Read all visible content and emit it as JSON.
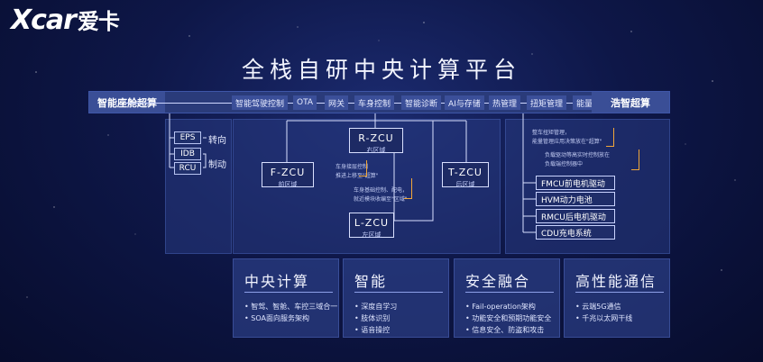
{
  "logo": {
    "brand": "Xcar",
    "cn": "爱卡"
  },
  "title": "全栈自研中央计算平台",
  "topbar": {
    "left": "智能座舱超算",
    "right": "浩智超算",
    "chips": [
      "智能驾驶控制",
      "OTA",
      "网关",
      "车身控制",
      "智能诊断",
      "AI与存储",
      "热管理",
      "扭矩管理",
      "能量管理"
    ]
  },
  "left_chassis": {
    "items": [
      "EPS",
      "IDB",
      "RCU"
    ],
    "labels": [
      "转向",
      "制动"
    ]
  },
  "zcu": {
    "r": {
      "name": "R-ZCU",
      "sub": "右区域"
    },
    "f": {
      "name": "F-ZCU",
      "sub": "前区域"
    },
    "t": {
      "name": "T-ZCU",
      "sub": "后区域"
    },
    "l": {
      "name": "L-ZCU",
      "sub": "左区域"
    },
    "notes": [
      "车身接层控制",
      "推进上移至\"超算\"",
      "车身基础控制、配电，",
      "就近模块收编至\"区域\""
    ]
  },
  "power": {
    "notes": [
      "整车扭矩管理，",
      "能量管理应用决策放在\"超算\"",
      "负载驱动等高实时控制放在",
      "负载端控制器中"
    ],
    "items": [
      "FMCU前电机驱动",
      "HVM动力电池",
      "RMCU后电机驱动",
      "CDU充电系统"
    ]
  },
  "features": [
    {
      "title": "中央计算",
      "points": [
        "智驾、智舱、车控三域合一",
        "SOA面向服务架构"
      ]
    },
    {
      "title": "智能",
      "points": [
        "深度自学习",
        "肢体识别",
        "语音操控"
      ]
    },
    {
      "title": "安全融合",
      "points": [
        "Fail-operation架构",
        "功能安全和预期功能安全",
        "信息安全、防盗和攻击"
      ]
    },
    {
      "title": "高性能通信",
      "points": [
        "云端5G通信",
        "千兆以太网干线"
      ]
    }
  ],
  "colors": {
    "background": "#0e1748",
    "accent": "#f0a63a",
    "panel": "#283a82"
  }
}
